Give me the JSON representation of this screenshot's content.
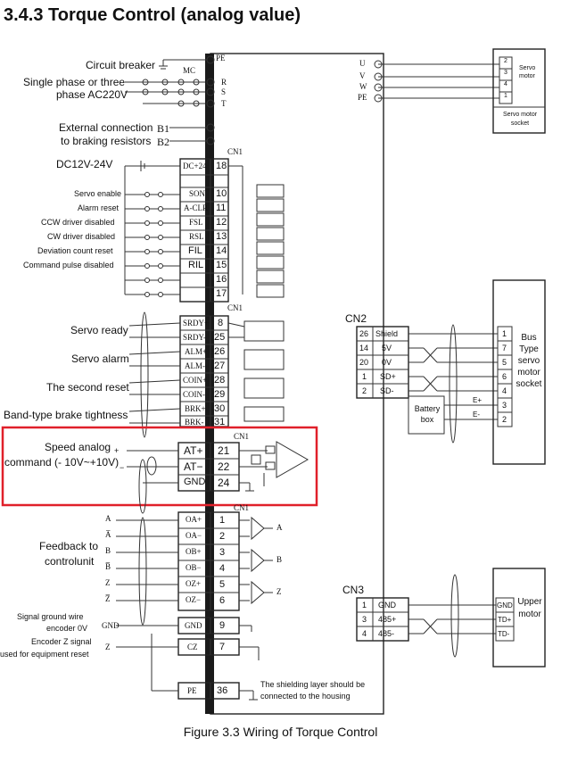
{
  "title": "3.4.3 Torque Control (analog value)",
  "caption": "Figure 3.3 Wiring of Torque Control",
  "colors": {
    "highlight": "#e0202a"
  },
  "power": {
    "circuit_breaker": "Circuit breaker",
    "phase_line1": "Single phase or three",
    "phase_line2": "phase AC220V",
    "mc": "MC",
    "pe": "PE",
    "r": "R",
    "s": "S",
    "t": "T"
  },
  "braking": {
    "line1": "External  connection",
    "line2": "to  braking resistors",
    "b1": "B1",
    "b2": "B2"
  },
  "dc": {
    "label": "DC12V-24V",
    "pin_name": "DC+24",
    "pin_no": "18"
  },
  "cn1_label": "CN1",
  "inputs": [
    {
      "label": "Servo enable",
      "sig": "SON",
      "pin": "10"
    },
    {
      "label": "Alarm reset",
      "sig": "A-CLR",
      "pin": "11"
    },
    {
      "label": "CCW driver disabled",
      "sig": "FSL",
      "pin": "12"
    },
    {
      "label": "CW driver disabled",
      "sig": "RSL",
      "pin": "13"
    },
    {
      "label": "Deviation count reset",
      "sig": "FIL",
      "pin": "14"
    },
    {
      "label": "Command pulse disabled",
      "sig": "RIL",
      "pin": "15"
    },
    {
      "label": "",
      "sig": "",
      "pin": "16"
    },
    {
      "label": "",
      "sig": "",
      "pin": "17"
    }
  ],
  "outputs": [
    {
      "label": "Servo ready",
      "sig1": "SRDY+",
      "pin1": "8",
      "sig2": "SRDY-",
      "pin2": "25"
    },
    {
      "label": "Servo alarm",
      "sig1": "ALM+",
      "pin1": "26",
      "sig2": "ALM-",
      "pin2": "27"
    },
    {
      "label": "The second reset",
      "sig1": "COIN+",
      "pin1": "28",
      "sig2": "COIN-",
      "pin2": "29"
    },
    {
      "label": "Band-type brake tightness",
      "sig1": "BRK+",
      "pin1": "30",
      "sig2": "BRK-",
      "pin2": "31"
    }
  ],
  "analog": {
    "line1": "Speed  analog",
    "line2": "command (- 10V~+10V)",
    "plus": "+",
    "minus": "−",
    "pins": [
      {
        "sig": "AT+",
        "pin": "21"
      },
      {
        "sig": "AT−",
        "pin": "22"
      },
      {
        "sig": "GND",
        "pin": "24"
      }
    ]
  },
  "feedback": {
    "line1": "Feedback to",
    "line2": "controlunit",
    "pins": [
      {
        "ext": "A",
        "sig": "OA+",
        "pin": "1"
      },
      {
        "ext": "A̅",
        "sig": "OA−",
        "pin": "2"
      },
      {
        "ext": "B",
        "sig": "OB+",
        "pin": "3"
      },
      {
        "ext": "B̅",
        "sig": "OB−",
        "pin": "4"
      },
      {
        "ext": "Z",
        "sig": "OZ+",
        "pin": "5"
      },
      {
        "ext": "Z̅",
        "sig": "OZ−",
        "pin": "6"
      }
    ],
    "a": "A",
    "b": "B",
    "z": "Z"
  },
  "signal_ground": {
    "line1": "Signal ground wire",
    "line2": "encoder 0V",
    "ext": "GND",
    "sig": "GND",
    "pin": "9"
  },
  "encoder_z": {
    "line1": "Encoder Z signal",
    "line2": "used for equipment reset",
    "ext": "Z",
    "sig": "CZ",
    "pin": "7"
  },
  "pe_pin": {
    "sig": "PE",
    "pin": "36"
  },
  "shield_note": {
    "line1": "The shielding layer  should be",
    "line2": "connected  to the housing"
  },
  "motor": {
    "u": "U",
    "v": "V",
    "w": "W",
    "pe": "PE",
    "pins": [
      "2",
      "3",
      "4",
      "1"
    ],
    "name": "Servo motor",
    "socket": "Servo motor socket"
  },
  "cn2": {
    "label": "CN2",
    "rows": [
      {
        "num": "26",
        "sig": "Shield"
      },
      {
        "num": "14",
        "sig": "5V"
      },
      {
        "num": "20",
        "sig": "0V"
      },
      {
        "num": "1",
        "sig": "SD+"
      },
      {
        "num": "2",
        "sig": "SD-"
      }
    ],
    "right_pins": [
      "1",
      "7",
      "5",
      "6",
      "4",
      "3",
      "2"
    ],
    "battery": "Battery box",
    "e_plus": "E+",
    "e_minus": "E-",
    "bus_socket": "Bus Type servo motor socket"
  },
  "cn3": {
    "label": "CN3",
    "rows": [
      {
        "num": "1",
        "sig": "GND"
      },
      {
        "num": "3",
        "sig": "485+"
      },
      {
        "num": "4",
        "sig": "485-"
      }
    ],
    "right": [
      "GND",
      "TD+",
      "TD-"
    ],
    "upper": "Upper motor"
  }
}
